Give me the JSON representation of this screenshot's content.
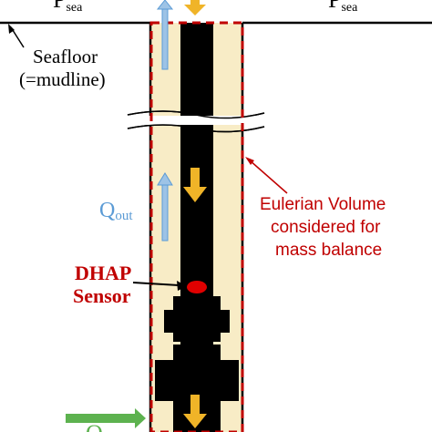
{
  "labels": {
    "p_sea_left_symbol": "P",
    "p_sea_left_sub": "sea",
    "p_sea_right_symbol": "P",
    "p_sea_right_sub": "sea",
    "seafloor_line1": "Seafloor",
    "seafloor_line2": "(=mudline)",
    "q_out_symbol": "Q",
    "q_out_sub": "out",
    "eulerian_line1": "Eulerian Volume",
    "eulerian_line2": "considered for",
    "eulerian_line3": "mass balance",
    "dhap_line1": "DHAP",
    "dhap_line2": "Sensor",
    "q_in_symbol": "Q"
  },
  "colors": {
    "annulus": "#f8ecc6",
    "drillstring": "#000000",
    "boundary": "#c00000",
    "dhap_text": "#c00000",
    "eulerian_text": "#c00000",
    "q_out": "#5b9bd5",
    "flow_arrow": "#f0b428",
    "q_in_arrow": "#5db24f",
    "sensor": "#e00000"
  }
}
